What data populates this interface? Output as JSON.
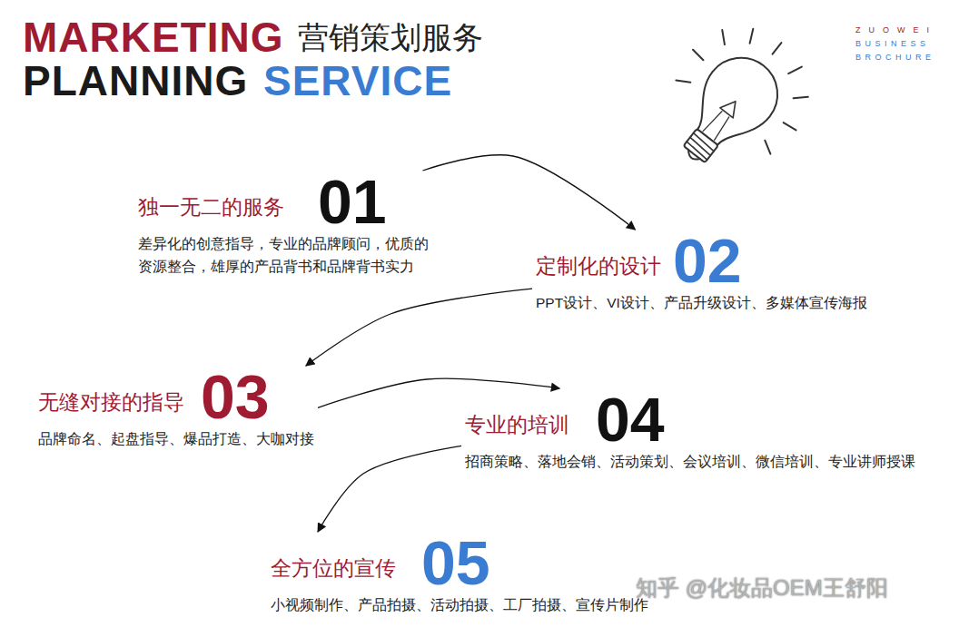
{
  "diagram": {
    "title": "营销策划服务",
    "nodes": [
      {
        "text": [
          "独一无二的服务",
          "01",
          "差异化的创意指导，专业的品牌顾问，优质的资源整合，雄厚的产品背书和品牌背书实力"
        ]
      },
      {
        "text": [
          "定制化的设计",
          "02",
          "PPT设计、VI设计、产品升级设计、多媒体宣传海报"
        ]
      },
      {
        "text": [
          "无缝对接的指导",
          "03",
          "品牌命名、起盘指导、爆品打造、大咖对接"
        ]
      },
      {
        "text": [
          "专业的培训",
          "04",
          "招商策略、落地会销、活动策划、会议培训、微信培训、专业讲师授课"
        ]
      },
      {
        "text": [
          "全方位的宣传",
          "05",
          "小视频制作、产品拍摄、活动拍摄、工厂拍摄、宣传片制作"
        ]
      }
    ],
    "edges": [
      {
        "from": 0,
        "to": 1,
        "arrow": "to"
      },
      {
        "from": 1,
        "to": 2,
        "arrow": "to"
      },
      {
        "from": 2,
        "to": 3,
        "arrow": "to"
      },
      {
        "from": 3,
        "to": 4,
        "arrow": "to"
      }
    ],
    "labels": [
      "MARKETING",
      "PLANNING",
      "SERVICE",
      "ZUOWEI",
      "BUSINESS",
      "BROCHURE",
      "知乎 @化妆品OEM王舒阳"
    ]
  }
}
